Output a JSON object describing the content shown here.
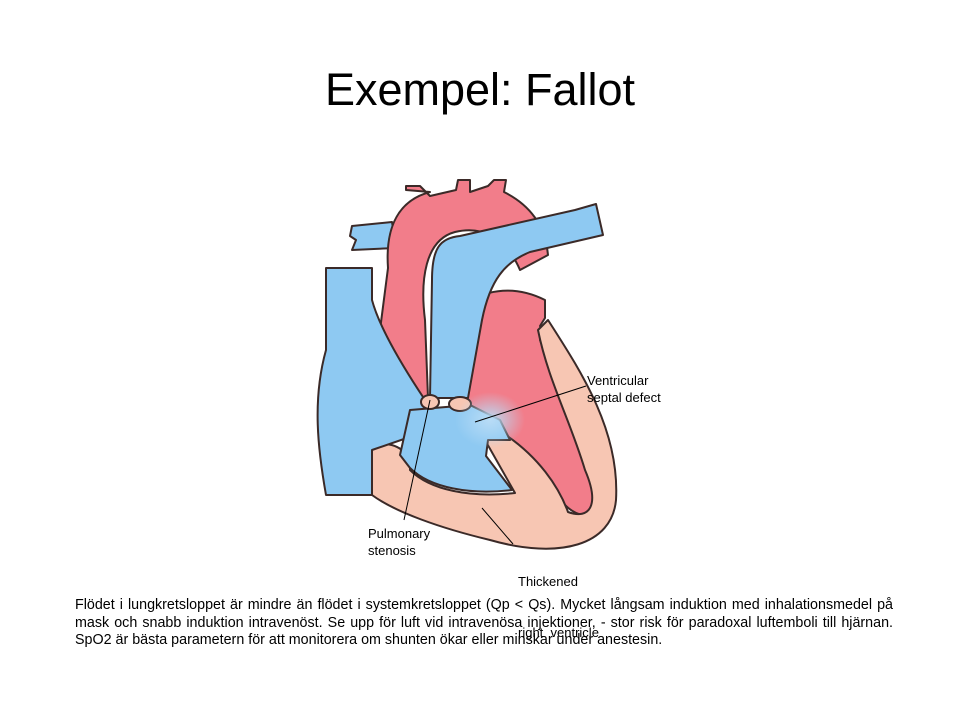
{
  "slide": {
    "title": "Exempel: Fallot",
    "diagram": {
      "labels": {
        "vsd_line1": "Ventricular",
        "vsd_line2": "septal defect",
        "ps_line1": "Pulmonary",
        "ps_line2": "stenosis",
        "rv_line1": "Thickened",
        "rv_line2": "right  ventricle"
      },
      "colors": {
        "oxygenated": "#f27d8a",
        "deoxygenated": "#8ec9f2",
        "muscle": "#f7c6b3",
        "outline": "#3b2a28"
      }
    },
    "body_text": "Flödet i lungkretsloppet är mindre än flödet i systemkretsloppet (Qp < Qs). Mycket långsam induktion med inhalationsmedel på mask och snabb induktion intravenöst.  Se upp för luft vid intravenösa injektioner, - stor risk för paradoxal luftemboli  till hjärnan.  SpO2 är bästa parametern för att monitorera om shunten  ökar eller minskar under anestesin."
  }
}
